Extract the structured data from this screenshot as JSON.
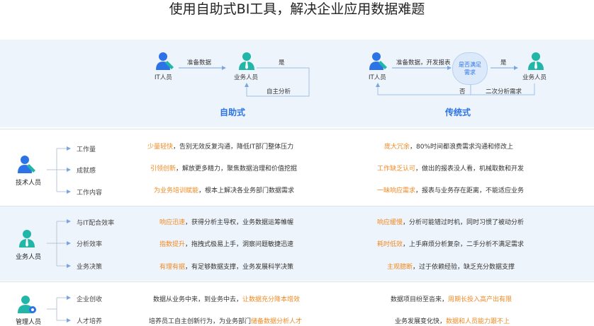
{
  "title": "使用自助式BI工具，解决企业应用数据难题",
  "top": {
    "self": {
      "it": "IT人员",
      "biz": "业务人员",
      "arrow1": "准备数据",
      "yes": "是",
      "loop": "自主分析",
      "name": "自助式"
    },
    "trad": {
      "it": "IT人员",
      "biz": "业务人员",
      "arrow1": "准备数据，开发报表",
      "decision": "是否满足需求",
      "yes": "是",
      "no": "否",
      "loop": "二次分析需求",
      "name": "传统式"
    }
  },
  "sections": [
    {
      "role": "技术人员",
      "rows": [
        {
          "item": "工作量",
          "self": {
            "hl": "少量轻快",
            "text": "，告别无效反复沟通，降低IT部门整体压力"
          },
          "trad": {
            "hl": "庞大冗余",
            "text": "，80%时间都浪费需求沟通和修改上"
          }
        },
        {
          "item": "成就感",
          "self": {
            "hl": "引领创新",
            "text": "，解放更多精力，聚焦数据治理和价值挖掘"
          },
          "trad": {
            "hl": "工作缺乏认可",
            "text": "，做出的报表没人看，机械取数和开发"
          }
        },
        {
          "item": "工作内容",
          "self": {
            "hl": "为业务培训赋能",
            "text": "，根本上解决各业务部门数据需求"
          },
          "trad": {
            "hl": "一昧响应需求",
            "text": "，报表与业务存在距离，不能适应业务"
          }
        }
      ]
    },
    {
      "role": "业务人员",
      "rows": [
        {
          "item": "与IT配合效率",
          "self": {
            "hl": "响应迅速",
            "text": "，获得分析主导权，业务数据运筹帷幄"
          },
          "trad": {
            "hl": "响应缓慢",
            "text": "，分析可能错过时机，同时习惯了被动分析"
          }
        },
        {
          "item": "分析效率",
          "self": {
            "hl": "指数提升",
            "text": "，拖拽式极易上手，洞察问题敏捷迅速"
          },
          "trad": {
            "hl": "耗时低效",
            "text": "，上手麻烦分析复杂，二手分析不满足需求"
          }
        },
        {
          "item": "业务决策",
          "self": {
            "hl": "有理有据",
            "text": "，有足够数据支撑，业务发展科学决策"
          },
          "trad": {
            "hl": "主观臆断",
            "text": "，过于依赖经验，缺乏充分数据支撑"
          }
        }
      ]
    },
    {
      "role": "管理人员",
      "rows": [
        {
          "item": "企业创收",
          "self": {
            "pre": "数据从业务中来，到业务中去，",
            "hl": "让数据充分降本增效"
          },
          "trad": {
            "pre": "数据项目纷至沓来，",
            "hl": "周期长投入高产出有限"
          }
        },
        {
          "item": "人才培养",
          "self": {
            "pre": "培养员工自主创新行为，为业务部门",
            "hl": "储备数据分析人才"
          },
          "trad": {
            "pre": "业务发展变化快，",
            "hl": "数据和人员能力跟不上"
          }
        }
      ]
    }
  ],
  "colors": {
    "accent": "#2b73e6",
    "highlight": "#f08a24",
    "band": "#eef4fb",
    "teal": "#21b6a8"
  }
}
